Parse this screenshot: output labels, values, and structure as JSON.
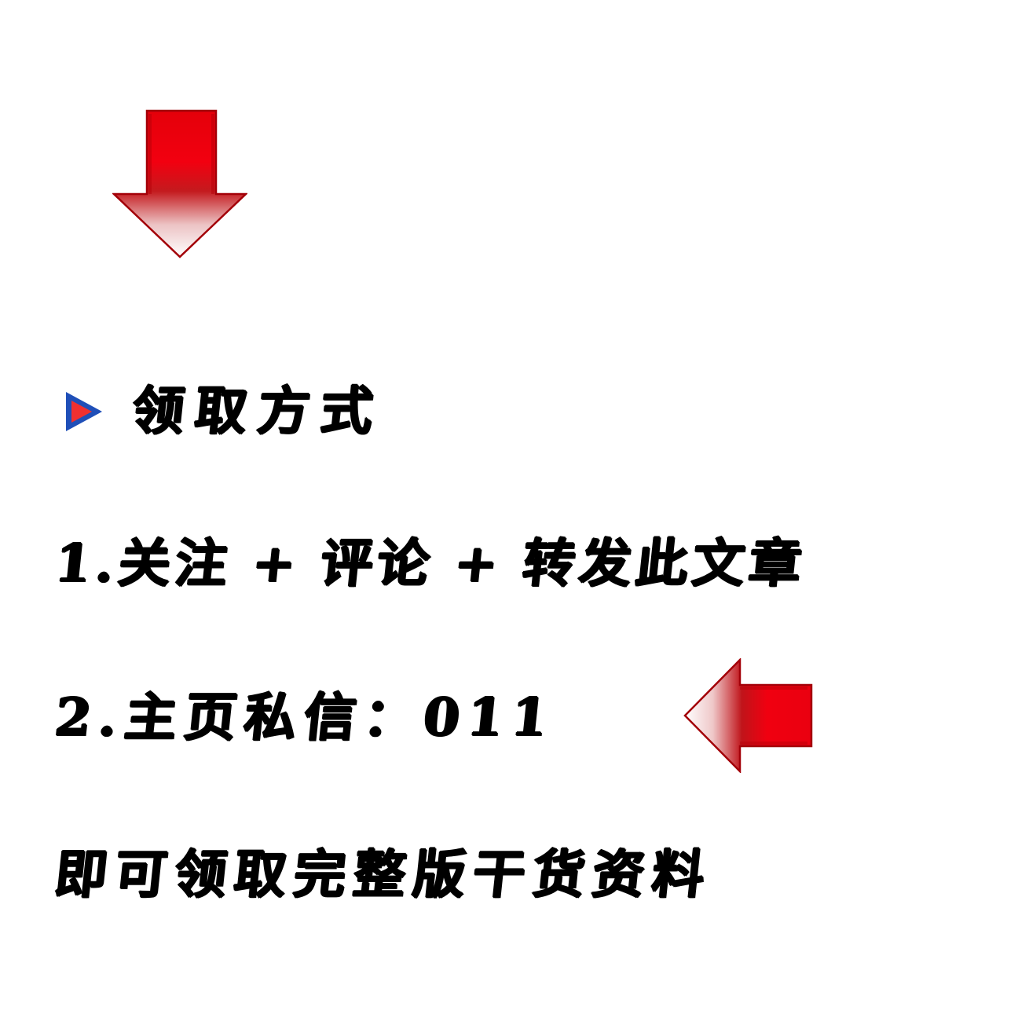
{
  "poster": {
    "background": "#ffffff",
    "heading": {
      "bullet_icon": "blue-outlined-red-triangle-icon",
      "text": "领取方式"
    },
    "steps": [
      {
        "prefix": "1.",
        "parts": [
          "关注",
          "+",
          "评论",
          "+",
          "转发此文章"
        ]
      },
      {
        "prefix": "2.",
        "text": "主页私信：",
        "code": "011"
      }
    ],
    "footer_text": "即可领取完整版干货资料",
    "decorations": {
      "top_arrow": "red-down-arrow-icon",
      "side_arrow": "red-left-arrow-icon"
    },
    "colors": {
      "arrow_red": "#e8000a",
      "arrow_dark": "#a00000",
      "bullet_blue": "#1f4fb8",
      "bullet_red": "#f03030",
      "text": "#000000"
    }
  }
}
